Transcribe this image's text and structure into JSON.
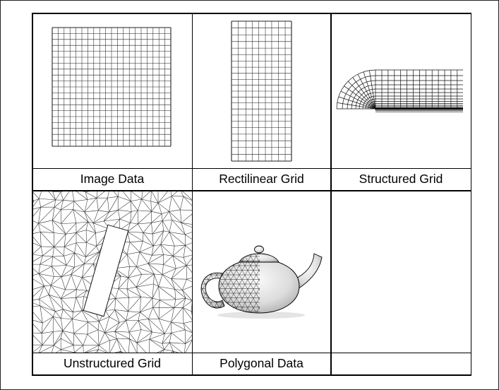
{
  "figure": {
    "cells": [
      {
        "caption": "Image Data",
        "illustration": "uniform-image-grid"
      },
      {
        "caption": "Rectilinear Grid",
        "illustration": "rectilinear-grid"
      },
      {
        "caption": "Structured Grid",
        "illustration": "curvilinear-structured-grid"
      },
      {
        "caption": "Unstructured Grid",
        "illustration": "triangle-mesh-with-hole"
      },
      {
        "caption": "Polygonal Data",
        "illustration": "teapot-polygonal-surface"
      },
      {
        "caption": "",
        "illustration": "empty"
      }
    ],
    "colors": {
      "grid_line": "#222222",
      "border": "#000000",
      "shading_light": "#fbfbfb",
      "shading_dark": "#9a9a9a"
    }
  }
}
